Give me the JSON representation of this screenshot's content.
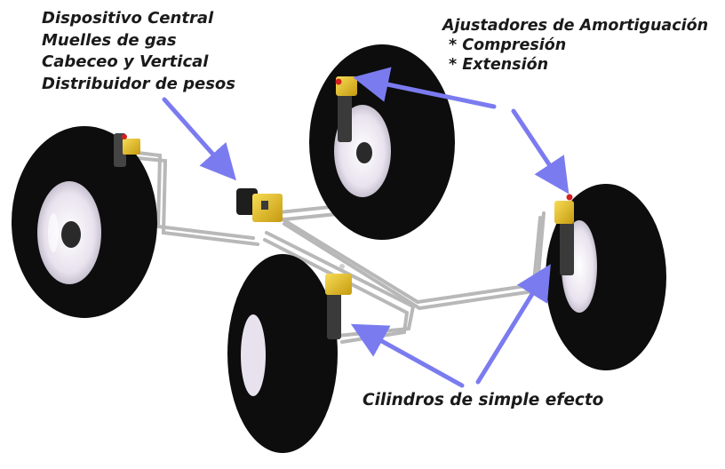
{
  "labels": {
    "central_device": [
      "Dispositivo Central",
      "Muelles de gas",
      "Cabeceo y Vertical",
      "Distribuidor de pesos"
    ],
    "damping_adjusters": {
      "title": "Ajustadores de Amortiguación",
      "items": [
        "* Compresión",
        "* Extensión"
      ]
    },
    "cylinders": "Cilindros de simple efecto"
  },
  "colors": {
    "arrow": "#7b7bf0",
    "tire": "#0d0d0d",
    "rim": "#e6e0ea",
    "valve_block": "#e8c020",
    "tubing": "#c8c8c8",
    "label_text": "#1a1a1a"
  }
}
